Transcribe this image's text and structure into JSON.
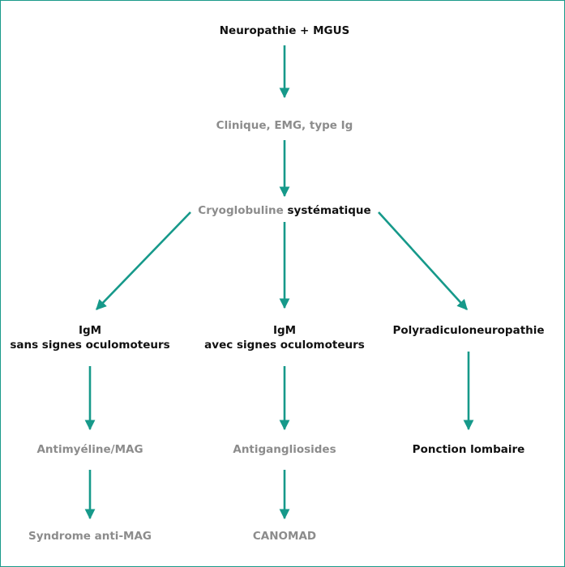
{
  "colors": {
    "arrow": "#16998a",
    "frame": "#1a9a8a",
    "dark_text": "#111111",
    "grey_text": "#8c8c8c"
  },
  "nodes": {
    "root": "Neuropathie + MGUS",
    "clinique": "Clinique, EMG, type Ig",
    "cryo_a": "Cryoglobuline",
    "cryo_b": "systématique",
    "igm_sans_1": "IgM",
    "igm_sans_2": "sans signes oculomoteurs",
    "igm_avec_1": "IgM",
    "igm_avec_2": "avec signes oculomoteurs",
    "polyradiculo": "Polyradiculoneuropathie",
    "antimyeline": "Antimyéline/MAG",
    "antigangliosides": "Antigangliosides",
    "ponction": "Ponction lombaire",
    "syndrome": "Syndrome anti-MAG",
    "canomad": "CANOMAD"
  }
}
